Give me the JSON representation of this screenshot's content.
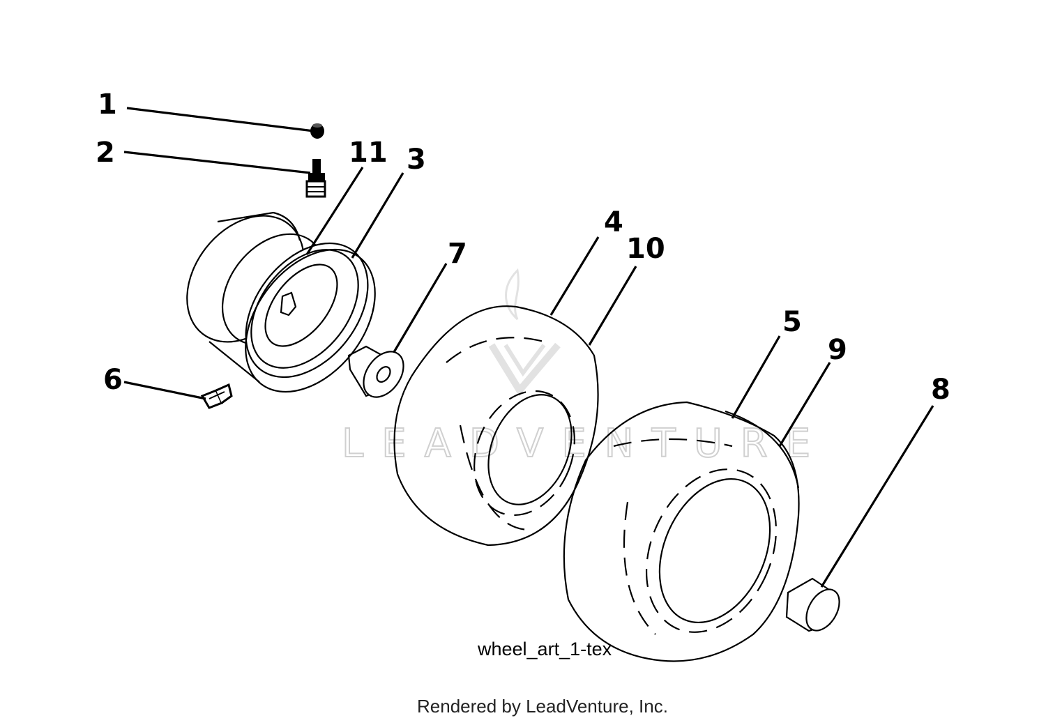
{
  "callouts": [
    {
      "id": "1",
      "label": "1"
    },
    {
      "id": "2",
      "label": "2"
    },
    {
      "id": "3",
      "label": "3"
    },
    {
      "id": "4",
      "label": "4"
    },
    {
      "id": "5",
      "label": "5"
    },
    {
      "id": "6",
      "label": "6"
    },
    {
      "id": "7",
      "label": "7"
    },
    {
      "id": "8",
      "label": "8"
    },
    {
      "id": "9",
      "label": "9"
    },
    {
      "id": "10",
      "label": "10"
    },
    {
      "id": "11",
      "label": "11"
    }
  ],
  "caption": "wheel_art_1-tex",
  "footer": "Rendered by LeadVenture, Inc.",
  "watermark": {
    "text": "LEADVENTURE",
    "color": "#d0d0d0"
  },
  "colors": {
    "ink": "#000000",
    "background": "#ffffff"
  }
}
